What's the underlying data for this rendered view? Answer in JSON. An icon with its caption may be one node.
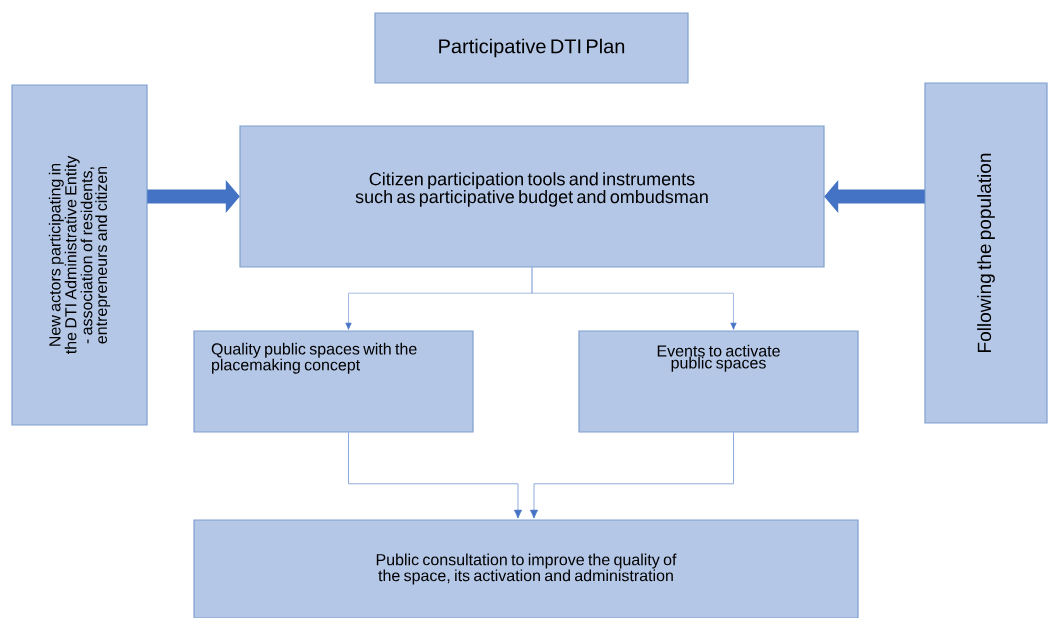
{
  "diagram": {
    "nodes": [
      {
        "text": [
          "Participative DTI Plan"
        ]
      },
      {
        "text": [
          "New actors participating in the DTI Administrative Entity - association of residents, entrepreneurs and citizen"
        ]
      },
      {
        "text": [
          "Citizen participation tools and instruments such as participative budget and ombudsman"
        ]
      },
      {
        "text": [
          "Following the population"
        ]
      },
      {
        "text": [
          "Quality public spaces with the placemaking concept"
        ]
      },
      {
        "text": [
          "Events to activate public spaces"
        ]
      },
      {
        "text": [
          "Public consultation to improve the quality of the space, its activation and administration"
        ]
      }
    ],
    "edges": [
      {
        "from": 1,
        "to": 2,
        "arrow": "to",
        "style": "thick"
      },
      {
        "from": 3,
        "to": 2,
        "arrow": "to",
        "style": "thick"
      },
      {
        "from": 2,
        "to": 4,
        "arrow": "to"
      },
      {
        "from": 2,
        "to": 5,
        "arrow": "to"
      },
      {
        "from": 4,
        "to": 6,
        "arrow": "to"
      },
      {
        "from": 5,
        "to": 6,
        "arrow": "to"
      }
    ]
  }
}
